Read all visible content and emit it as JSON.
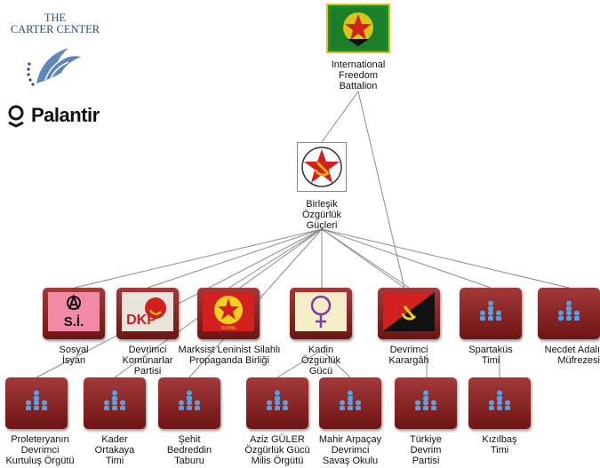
{
  "logos": {
    "carter_line1": "THE",
    "carter_line2": "CARTER CENTER",
    "palantir": "Palantir"
  },
  "nodes": {
    "ifb": {
      "label": [
        "International",
        "Freedom",
        "Battalion"
      ]
    },
    "bog": {
      "label": [
        "Birleşik",
        "Özgürlük",
        "Güçleri"
      ]
    },
    "sosyal": {
      "label": [
        "Sosyal",
        "İsyan"
      ],
      "emblem_text": "S.İ."
    },
    "dkp": {
      "label": [
        "Devrimci",
        "Komünarlar",
        "Partisi"
      ],
      "emblem_text": "DKP"
    },
    "mlspb": {
      "label": [
        "Marksist Leninist Silahlı",
        "Propaganda Birliği"
      ],
      "emblem_text": "TKP/ML"
    },
    "kadin": {
      "label": [
        "Kadin",
        "Özgürlük",
        "Gücü"
      ]
    },
    "karargah": {
      "label": [
        "Devrimci",
        "Karargâh"
      ]
    },
    "spartakus": {
      "label": [
        "Spartaküs",
        "Timi"
      ]
    },
    "necdet": {
      "label": [
        "Necdet Adalı",
        "Müfrezesi"
      ]
    },
    "proleter": {
      "label": [
        "Proleteryanın",
        "Devrimci",
        "Kurtuluş Örgütü"
      ]
    },
    "kader": {
      "label": [
        "Kader",
        "Ortakaya",
        "Timi"
      ]
    },
    "sehit": {
      "label": [
        "Şehit",
        "Bedreddin",
        "Taburu"
      ]
    },
    "aziz": {
      "label": [
        "Aziz GÜLER",
        "Özgürlük Gücü",
        "Milis Örgütü"
      ]
    },
    "mahir": {
      "label": [
        "Mahir Arpaçay",
        "Devrimci",
        "Savaş Okulu"
      ]
    },
    "turkiye": {
      "label": [
        "Türkiye",
        "Devrim",
        "Partisi"
      ]
    },
    "kizilbas": {
      "label": [
        "Kızılbaş",
        "Timi"
      ]
    }
  },
  "colors": {
    "tile": "#8b2222",
    "line": "#8c8c8c",
    "carter_blue": "#2b4d7c"
  }
}
